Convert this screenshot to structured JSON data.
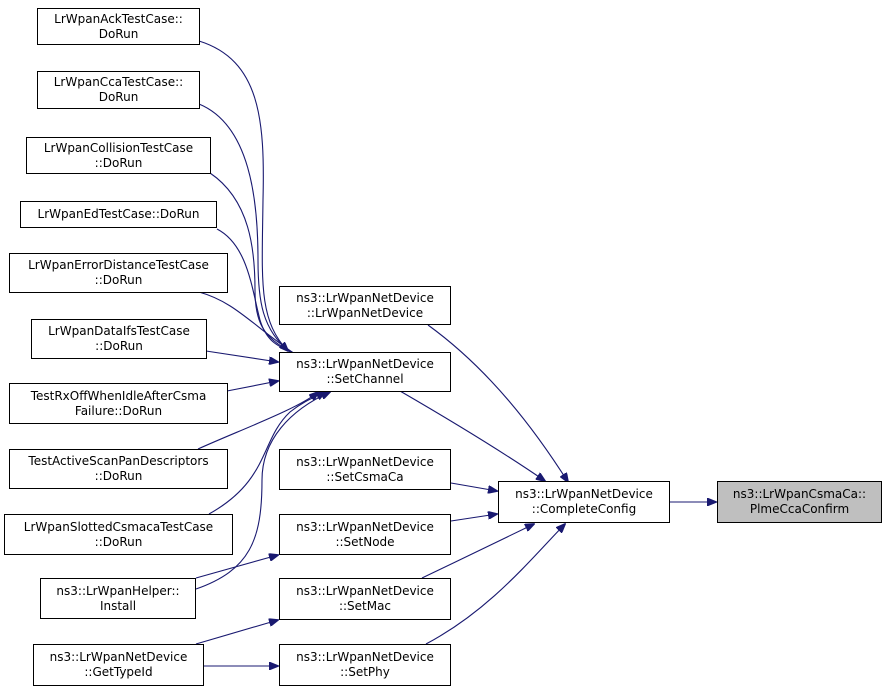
{
  "edge_color": "#191970",
  "root_fill": "#bfbfbf",
  "nodes": {
    "ack": {
      "l1": "LrWpanAckTestCase::",
      "l2": "DoRun"
    },
    "cca": {
      "l1": "LrWpanCcaTestCase::",
      "l2": "DoRun"
    },
    "coll": {
      "l1": "LrWpanCollisionTestCase",
      "l2": "::DoRun"
    },
    "ed": {
      "l1": "LrWpanEdTestCase::DoRun"
    },
    "errdist": {
      "l1": "LrWpanErrorDistanceTestCase",
      "l2": "::DoRun"
    },
    "ifs": {
      "l1": "LrWpanDataIfsTestCase",
      "l2": "::DoRun"
    },
    "rxoff": {
      "l1": "TestRxOffWhenIdleAfterCsma",
      "l2": "Failure::DoRun"
    },
    "scan": {
      "l1": "TestActiveScanPanDescriptors",
      "l2": "::DoRun"
    },
    "slotted": {
      "l1": "LrWpanSlottedCsmacaTestCase",
      "l2": "::DoRun"
    },
    "helper": {
      "l1": "ns3::LrWpanHelper::",
      "l2": "Install"
    },
    "typeid": {
      "l1": "ns3::LrWpanNetDevice",
      "l2": "::GetTypeId"
    },
    "ctor": {
      "l1": "ns3::LrWpanNetDevice",
      "l2": "::LrWpanNetDevice"
    },
    "setchan": {
      "l1": "ns3::LrWpanNetDevice",
      "l2": "::SetChannel"
    },
    "setcsma": {
      "l1": "ns3::LrWpanNetDevice",
      "l2": "::SetCsmaCa"
    },
    "setnode": {
      "l1": "ns3::LrWpanNetDevice",
      "l2": "::SetNode"
    },
    "setmac": {
      "l1": "ns3::LrWpanNetDevice",
      "l2": "::SetMac"
    },
    "setphy": {
      "l1": "ns3::LrWpanNetDevice",
      "l2": "::SetPhy"
    },
    "complete": {
      "l1": "ns3::LrWpanNetDevice",
      "l2": "::CompleteConfig"
    },
    "root": {
      "l1": "ns3::LrWpanCsmaCa::",
      "l2": "PlmeCcaConfirm"
    }
  }
}
